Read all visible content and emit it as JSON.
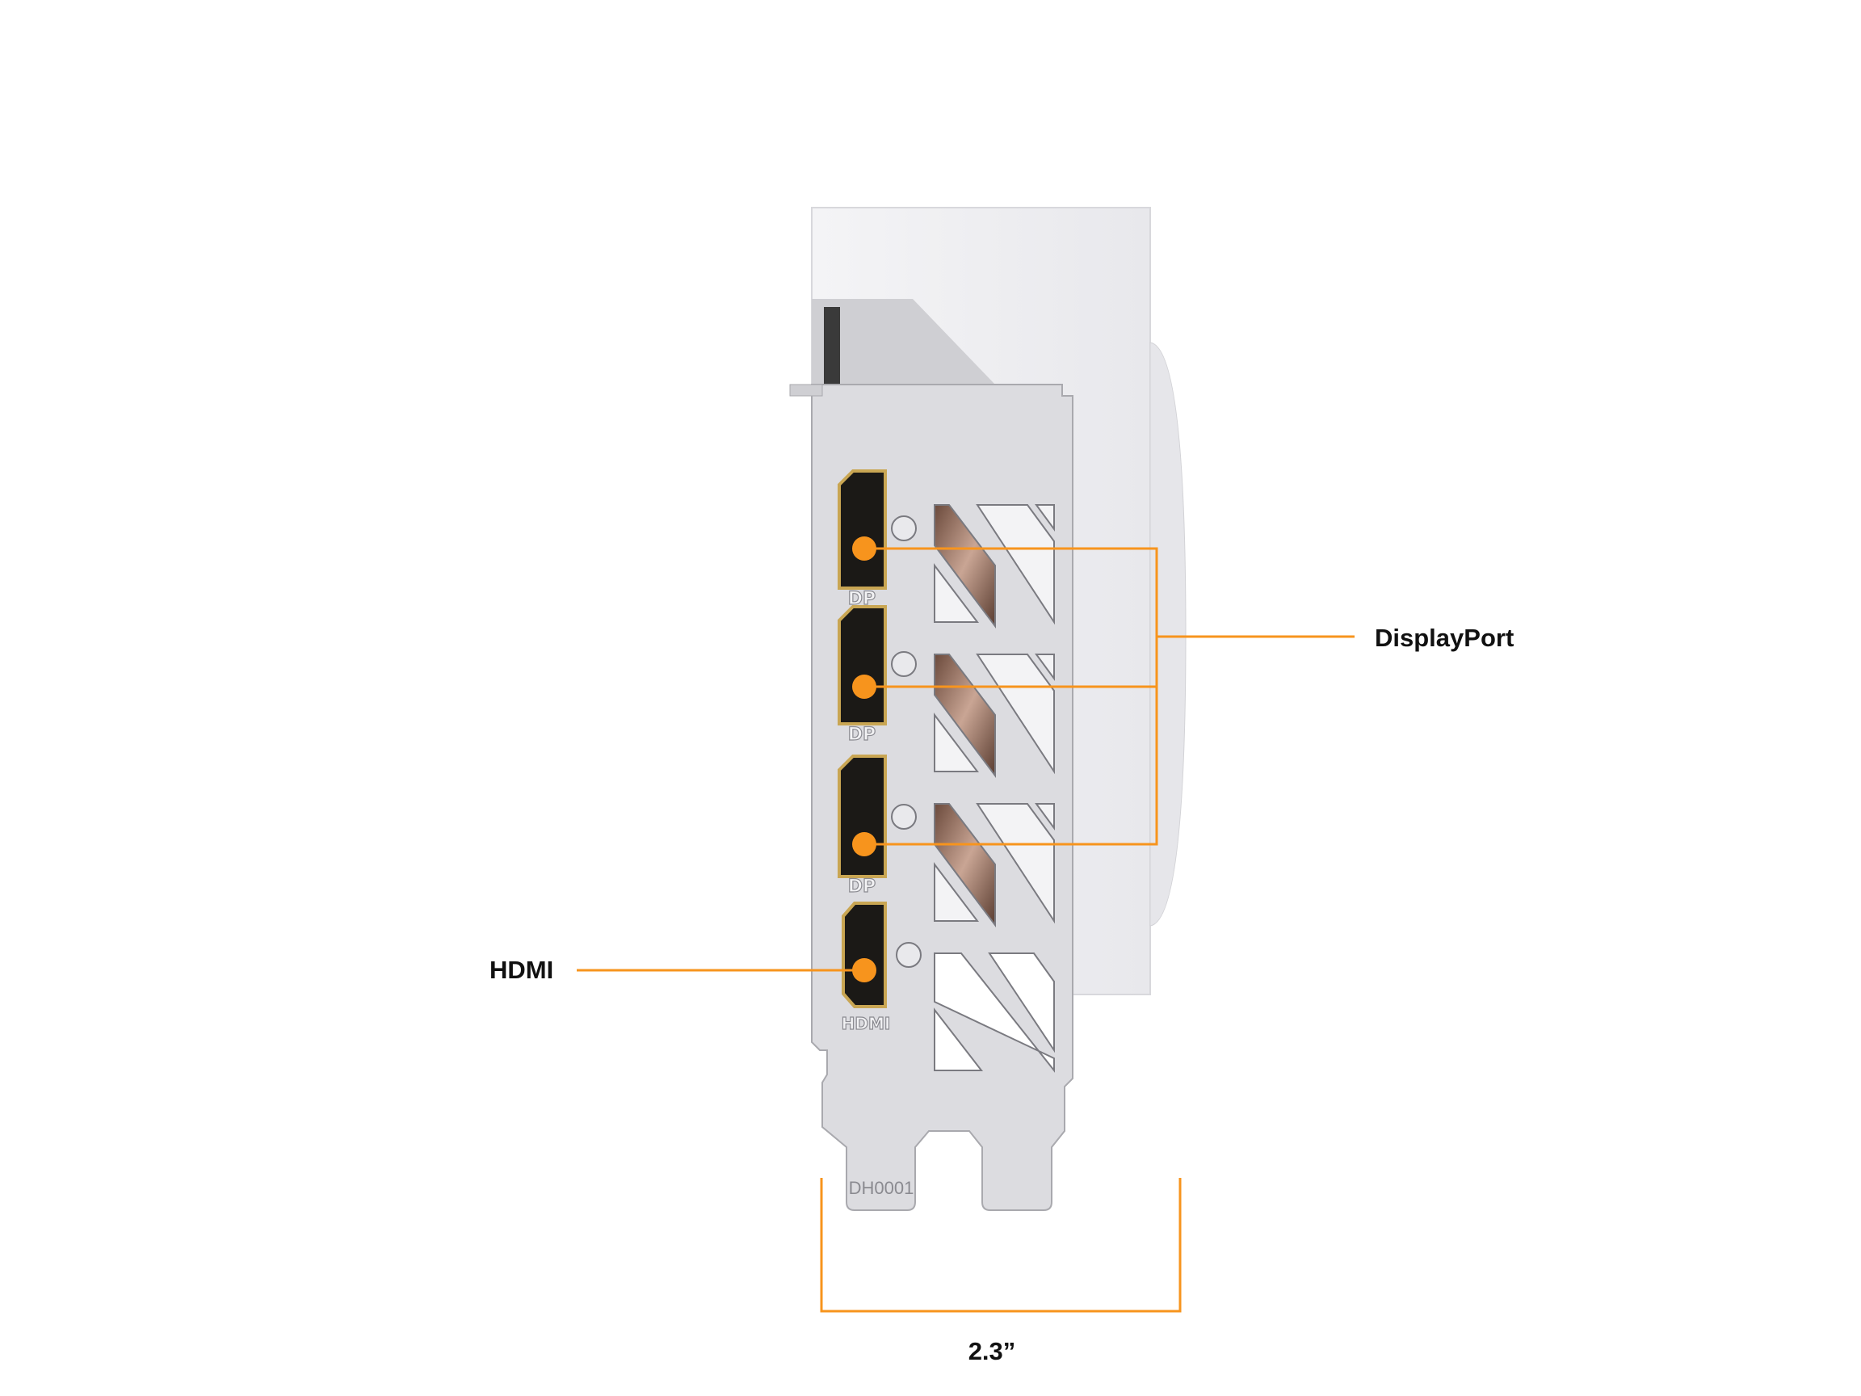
{
  "callouts": {
    "displayport_label": "DisplayPort",
    "hdmi_label": "HDMI",
    "dimension_label": "2.3”"
  },
  "bracket": {
    "port_labels": [
      "DP",
      "DP",
      "DP",
      "HDMI"
    ],
    "serial": "DH0001"
  },
  "colors": {
    "accent": "#f7941d",
    "bracket": "#dcdce0",
    "cooler": "#efeff1",
    "port_gold": "#c9a653"
  }
}
